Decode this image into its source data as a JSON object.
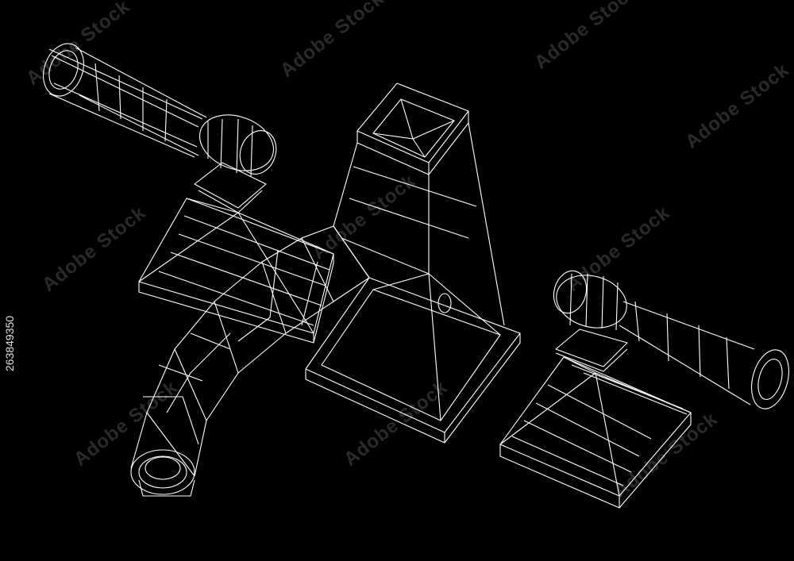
{
  "image": {
    "subject": "wireframe",
    "colors": {
      "background": "#000000",
      "lines": "#ffffff"
    }
  },
  "watermark": {
    "text": "Adobe Stock"
  },
  "stock_id": "263849350"
}
